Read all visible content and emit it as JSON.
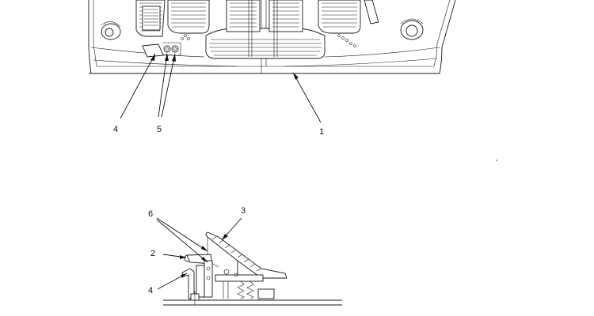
{
  "callouts": {
    "top_part": "1",
    "top_bracket": "4",
    "top_bolts": "5",
    "side_pedal": "3",
    "side_pin": "6",
    "side_lever": "2",
    "side_bracket": "4"
  }
}
